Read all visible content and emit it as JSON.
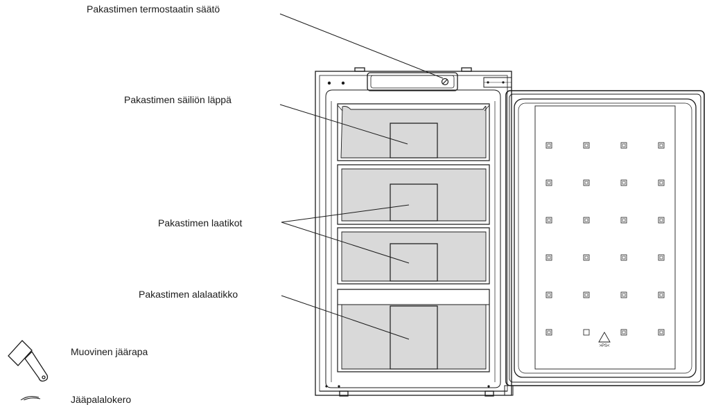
{
  "labels": {
    "thermostat": "Pakastimen termostaatin säätö",
    "container_flap": "Pakastimen säiliön läppä",
    "drawers": "Pakastimen laatikot",
    "bottom_drawer": "Pakastimen alalaatikko",
    "scraper": "Muovinen jäärapa",
    "ice_tray": "Jääpalalokero"
  },
  "door_marking": {
    "recycle_code": "PS",
    "recycle_sub": ">PS<"
  },
  "colors": {
    "line": "#1a1a1a",
    "drawer_fill": "#d9d9d9",
    "background": "#ffffff"
  }
}
